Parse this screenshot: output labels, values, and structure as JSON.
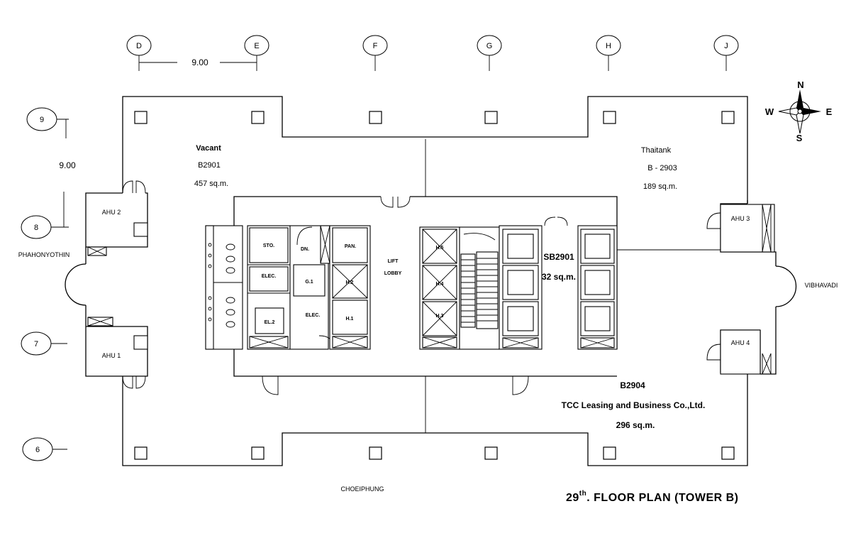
{
  "grid": {
    "columns": [
      "D",
      "E",
      "F",
      "G",
      "H",
      "J"
    ],
    "rows": [
      "9",
      "8",
      "7",
      "6"
    ],
    "dim_horizontal": "9.00",
    "dim_vertical": "9.00"
  },
  "streets": {
    "west": "PHAHONYOTHIN",
    "east": "VIBHAVADI",
    "south": "CHOEIPHUNG"
  },
  "units": {
    "b2901": {
      "status": "Vacant",
      "unit": "B2901",
      "area": "457 sq.m."
    },
    "b2903": {
      "tenant": "Thaitank",
      "unit": "B - 2903",
      "area": "189 sq.m."
    },
    "sb2901": {
      "unit": "SB2901",
      "area": "32 sq.m."
    },
    "b2904": {
      "unit": "B2904",
      "tenant": "TCC Leasing and Business Co.,Ltd.",
      "area": "296 sq.m."
    }
  },
  "rooms": {
    "ahu1": "AHU 1",
    "ahu2": "AHU 2",
    "ahu3": "AHU 3",
    "ahu4": "AHU 4",
    "sto": "STO.",
    "elec1": "ELEC.",
    "elec2": "ELEC.",
    "pan": "PAN.",
    "el2": "EL.2",
    "lift_lobby_1": "LIFT",
    "lift_lobby_2": "LOBBY",
    "h1": "H.1",
    "h2": "H.2",
    "h3": "H.3",
    "h4": "H.4",
    "h5": "H.5",
    "dn": "DN.",
    "g1": "G.1"
  },
  "compass": {
    "n": "N",
    "s": "S",
    "e": "E",
    "w": "W"
  },
  "title": {
    "prefix": "29",
    "sup": "th",
    "suffix": ". FLOOR PLAN (TOWER B)"
  }
}
